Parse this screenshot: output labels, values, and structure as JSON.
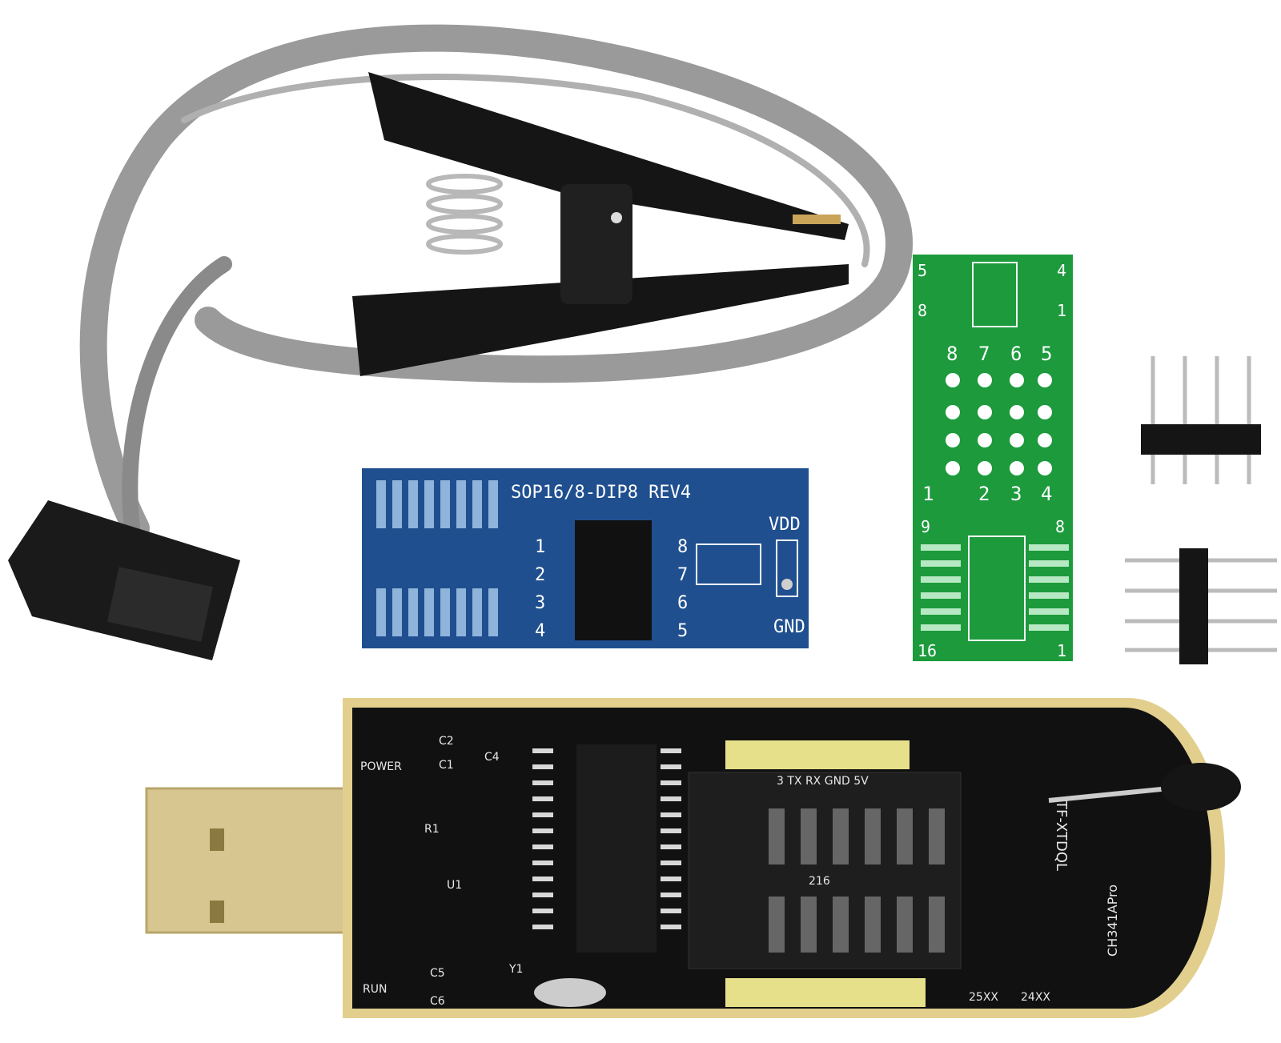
{
  "adapter_board": {
    "title": "SOP16/8-DIP8 REV4",
    "vdd": "VDD",
    "gnd": "GND",
    "pins_left": [
      "1",
      "2",
      "3",
      "4"
    ],
    "pins_right": [
      "8",
      "7",
      "6",
      "5"
    ],
    "color": "#1f4f8f"
  },
  "green_board": {
    "corner_top_left": "5",
    "corner_top_right": "4",
    "corner_mid_left": "8",
    "corner_mid_right": "1",
    "row_top": [
      "8",
      "7",
      "6",
      "5"
    ],
    "row_bottom": [
      "1",
      "2",
      "3",
      "4"
    ],
    "bottom_left": "9",
    "bottom_right": "8",
    "bottom_corner_left": "16",
    "bottom_corner_right": "1",
    "color": "#1c9a3c"
  },
  "programmer": {
    "power": "POWER",
    "run": "RUN",
    "c1": "C1",
    "c2": "C2",
    "c4": "C4",
    "c5": "C5",
    "c6": "C6",
    "r1": "R1",
    "u1": "U1",
    "y1": "Y1",
    "header_labels": "3  TX  RX GND 5V",
    "chip_25": "25XX",
    "chip_24": "24XX",
    "model": "CH341APro",
    "socket_label": "TF-XTDQL",
    "socket_code": "216",
    "color": "#111111",
    "edge_color": "#e2cf8e"
  }
}
